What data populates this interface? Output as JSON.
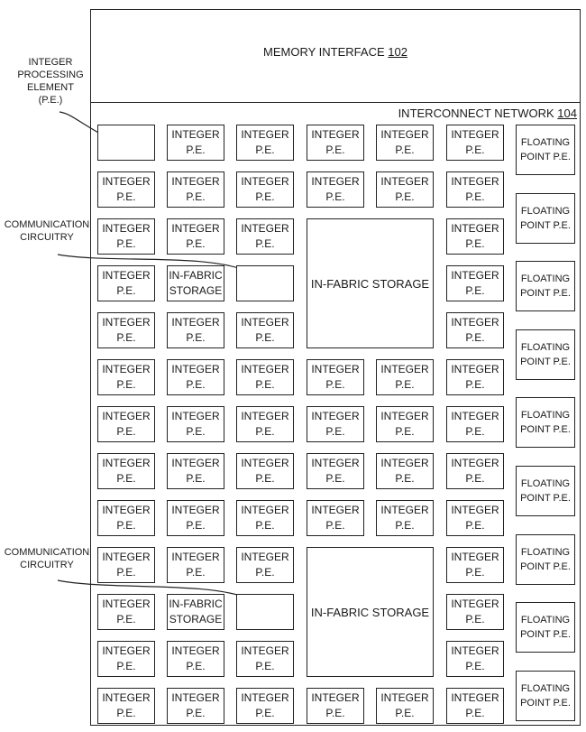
{
  "memory_interface": {
    "label": "MEMORY INTERFACE",
    "ref": "102"
  },
  "interconnect": {
    "label": "INTERCONNECT NETWORK",
    "ref": "104"
  },
  "callouts": {
    "integer_pe": [
      "INTEGER",
      "PROCESSING",
      "ELEMENT",
      "(P.E.)"
    ],
    "comm_1": [
      "COMMUNICATION",
      "CIRCUITRY"
    ],
    "comm_2": [
      "COMMUNICATION",
      "CIRCUITRY"
    ]
  },
  "cell_text": {
    "integer": [
      "INTEGER",
      "P.E."
    ],
    "floating": [
      "FLOATING",
      "POINT P.E."
    ],
    "in_fabric_small": [
      "IN-FABRIC",
      "STORAGE"
    ]
  },
  "storage_blocks": [
    "IN-FABRIC STORAGE",
    "IN-FABRIC STORAGE"
  ],
  "grid": [
    [
      "blank",
      "int",
      "int",
      "int",
      "int",
      "int"
    ],
    [
      "int",
      "int",
      "int",
      "int",
      "int",
      "int"
    ],
    [
      "int",
      "int",
      "int",
      "S1",
      "S1",
      "int"
    ],
    [
      "int",
      "ifs",
      "blank",
      "S1",
      "S1",
      "int"
    ],
    [
      "int",
      "int",
      "int",
      "S1",
      "S1",
      "int"
    ],
    [
      "int",
      "int",
      "int",
      "int",
      "int",
      "int"
    ],
    [
      "int",
      "int",
      "int",
      "int",
      "int",
      "int"
    ],
    [
      "int",
      "int",
      "int",
      "int",
      "int",
      "int"
    ],
    [
      "int",
      "int",
      "int",
      "int",
      "int",
      "int"
    ],
    [
      "int",
      "int",
      "int",
      "S2",
      "S2",
      "int"
    ],
    [
      "int",
      "ifs",
      "blank",
      "S2",
      "S2",
      "int"
    ],
    [
      "int",
      "int",
      "int",
      "S2",
      "S2",
      "int"
    ],
    [
      "int",
      "int",
      "int",
      "int",
      "int",
      "int"
    ]
  ],
  "floating_count": 9
}
